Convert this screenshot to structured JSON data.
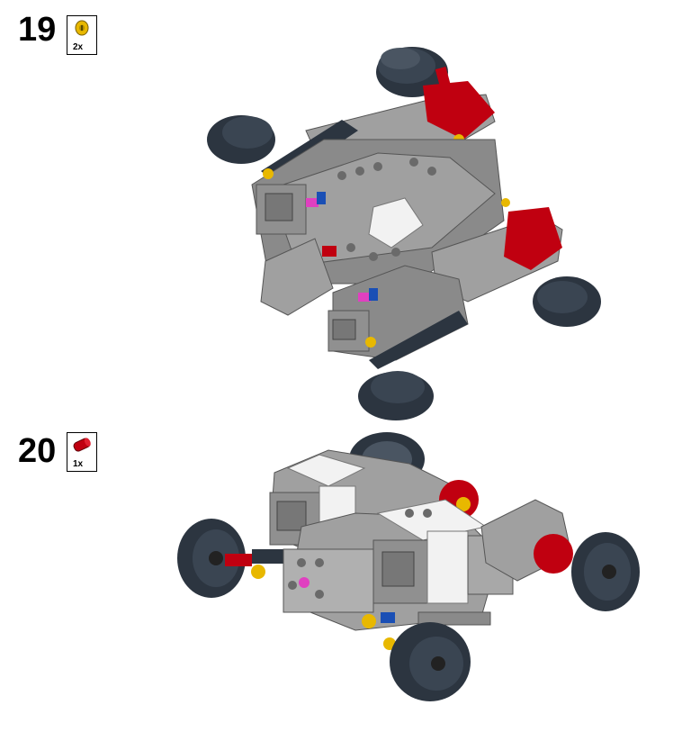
{
  "steps": [
    {
      "number": "19",
      "part": {
        "name": "yellow-bush-icon",
        "qty": "2x",
        "color": "#e8b800"
      }
    },
    {
      "number": "20",
      "part": {
        "name": "red-axle-connector-icon",
        "qty": "1x",
        "color": "#c00010"
      }
    }
  ],
  "colors": {
    "tire": "#2c3540",
    "light_gray": "#a0a0a0",
    "mid_gray": "#8a8a8a",
    "red": "#c00010",
    "yellow": "#e8b800",
    "blue": "#1a4fb5",
    "magenta": "#e040c0",
    "white": "#f2f2f2"
  }
}
